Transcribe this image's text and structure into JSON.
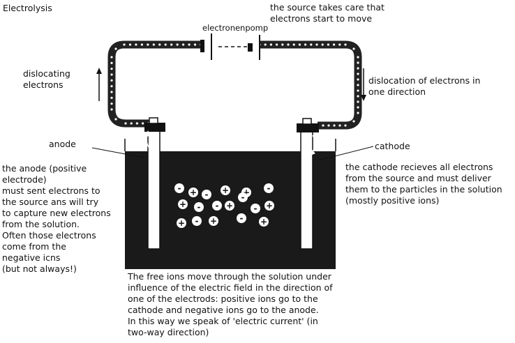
{
  "title": "Electrolysis",
  "source_note": "the source takes care that\nelectrons start to move",
  "pump_label": "electronenpomp",
  "left_side_label": "dislocating\nelectrons",
  "right_side_label": "dislocation of electrons in\none direction",
  "anode_label": "anode",
  "cathode_label": "cathode",
  "anode_note": "the anode (positive\nelectrode)\nmust sent electrons to\nthe source ans will try\nto capture new electrons\nfrom the solution.\nOften those electrons\ncome from the\nnegative icns\n(but not always!)",
  "cathode_note": "the cathode recieves all electrons\nfrom the source and must deliver\nthem to the particles in the solution\n(mostly positive ions)",
  "bottom_note": "The free ions move through the solution under\ninfluence of the electric field in the direction of\none of the electrods: positive ions go to the\ncathode and negative ions go to the anode.\nIn this way we speak of 'electric current' (in\ntwo-way direction)",
  "ions": [
    "-",
    "+",
    "-",
    "+",
    "+",
    "-",
    "+",
    "-",
    "+",
    "-",
    "-",
    "+",
    "-",
    "+",
    "-",
    "+",
    "-",
    "+"
  ],
  "colors": {
    "solution": "#1a1a1a",
    "wire": "#222222",
    "electrode": "#ffffff",
    "ion_fill": "#ffffff"
  }
}
